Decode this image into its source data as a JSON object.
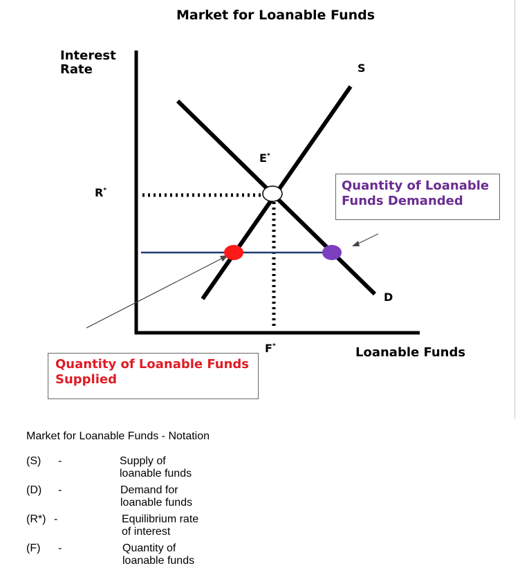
{
  "title": "Market for Loanable Funds",
  "axes": {
    "y_label_line1": "Interest",
    "y_label_line2": "Rate",
    "x_label": "Loanable Funds"
  },
  "curves": {
    "supply_label": "S",
    "demand_label": "D"
  },
  "equilibrium": {
    "rate_label": "R",
    "point_label": "E",
    "quantity_label": "F",
    "star": "*"
  },
  "callouts": {
    "demanded_line1": "Quantity of Loanable",
    "demanded_line2": "Funds Demanded",
    "supplied_line1": "Quantity of Loanable Funds",
    "supplied_line2": "Supplied"
  },
  "colors": {
    "curve": "#000000",
    "price_line": "#1f3b73",
    "supplied_point": "#ff1a1a",
    "demanded_point": "#7b3fbf",
    "equilibrium_point": "#ffffff",
    "demanded_text": "#6a2c91",
    "supplied_text": "#e01b24"
  },
  "notation": {
    "heading": "Market for Loanable Funds - Notation",
    "rows": [
      {
        "symbol": "(S)",
        "dash": "-",
        "description": "Supply of loanable funds"
      },
      {
        "symbol": "(D)",
        "dash": "-",
        "description": "Demand for loanable funds"
      },
      {
        "symbol": "(R*)",
        "dash": "-",
        "description": "Equilibrium rate of interest"
      },
      {
        "symbol": "(F)",
        "dash": "-",
        "description": "Quantity of loanable funds"
      }
    ]
  }
}
